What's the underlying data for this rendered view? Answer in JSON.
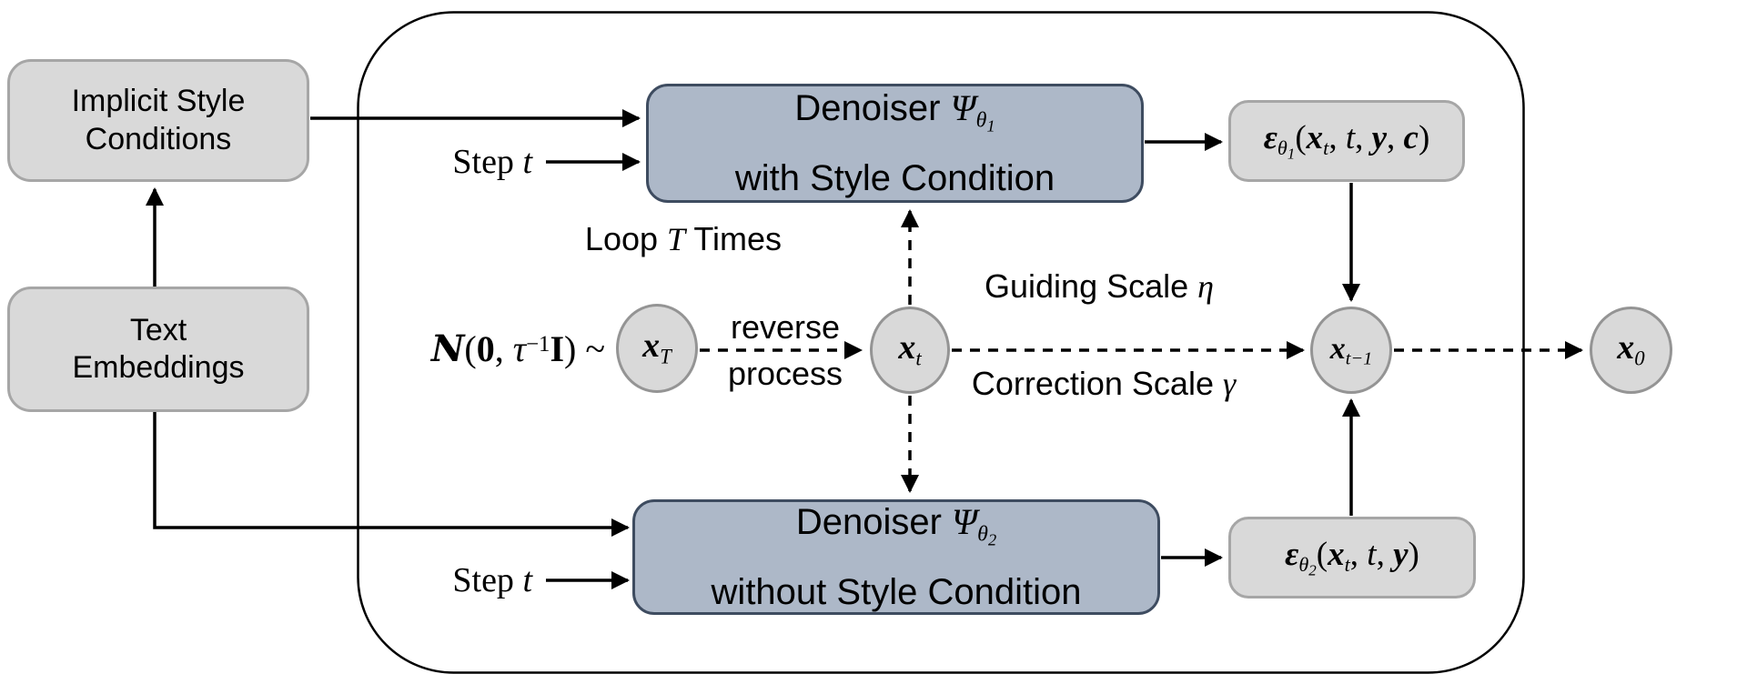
{
  "diagram": {
    "boxes": {
      "implicit_style": {
        "label": "Implicit Style\nConditions"
      },
      "text_embeddings": {
        "label": "Text\nEmbeddings"
      },
      "denoiser_style": {
        "title": [
          {
            "t": "Denoiser ",
            "c": "p"
          },
          {
            "t": "Ψ",
            "c": "i"
          },
          {
            "t": "θ",
            "c": "s1"
          },
          {
            "t": "1",
            "c": "s2"
          }
        ],
        "subtitle": "with Style Condition"
      },
      "denoiser_no_style": {
        "title": [
          {
            "t": "Denoiser ",
            "c": "p"
          },
          {
            "t": "Ψ",
            "c": "i"
          },
          {
            "t": "θ",
            "c": "s1"
          },
          {
            "t": "2",
            "c": "s2"
          }
        ],
        "subtitle": "without Style Condition"
      },
      "eps_style": {
        "formula": [
          {
            "t": "ε",
            "c": "bi"
          },
          {
            "t": "θ",
            "c": "s1"
          },
          {
            "t": "1",
            "c": "s2"
          },
          {
            "t": "(",
            "c": "serif"
          },
          {
            "t": "x",
            "c": "bi"
          },
          {
            "t": "t",
            "c": "s1"
          },
          {
            "t": ", ",
            "c": "serif"
          },
          {
            "t": "t",
            "c": "i"
          },
          {
            "t": ", ",
            "c": "serif"
          },
          {
            "t": "y",
            "c": "bi"
          },
          {
            "t": ", ",
            "c": "serif"
          },
          {
            "t": "c",
            "c": "bi"
          },
          {
            "t": ")",
            "c": "serif"
          }
        ]
      },
      "eps_no_style": {
        "formula": [
          {
            "t": "ε",
            "c": "bi"
          },
          {
            "t": "θ",
            "c": "s1"
          },
          {
            "t": "2",
            "c": "s2"
          },
          {
            "t": "(",
            "c": "serif"
          },
          {
            "t": "x",
            "c": "bi"
          },
          {
            "t": "t",
            "c": "s1"
          },
          {
            "t": ", ",
            "c": "serif"
          },
          {
            "t": "t",
            "c": "i"
          },
          {
            "t": ", ",
            "c": "serif"
          },
          {
            "t": "y",
            "c": "bi"
          },
          {
            "t": ")",
            "c": "serif"
          }
        ]
      }
    },
    "nodes": {
      "x_T": [
        {
          "t": "x",
          "c": "bi"
        },
        {
          "t": "T",
          "c": "s1"
        }
      ],
      "x_t": [
        {
          "t": "x",
          "c": "bi"
        },
        {
          "t": "t",
          "c": "s1"
        }
      ],
      "x_t_minus_1": [
        {
          "t": "x",
          "c": "bi"
        },
        {
          "t": "t−1",
          "c": "s1"
        }
      ],
      "x_0": [
        {
          "t": "x",
          "c": "bi"
        },
        {
          "t": "0",
          "c": "s1"
        }
      ]
    },
    "labels": {
      "step_t_top": [
        {
          "t": "Step ",
          "c": "serif"
        },
        {
          "t": "t",
          "c": "i"
        }
      ],
      "step_t_bottom": [
        {
          "t": "Step ",
          "c": "serif"
        },
        {
          "t": "t",
          "c": "i"
        }
      ],
      "loop_T_times": [
        {
          "t": "Loop ",
          "c": "p"
        },
        {
          "t": "T",
          "c": "i"
        },
        {
          "t": " Times",
          "c": "p"
        }
      ],
      "noise_prior": [
        {
          "t": "N",
          "c": "scr"
        },
        {
          "t": "(",
          "c": "serif"
        },
        {
          "t": "0",
          "c": "b"
        },
        {
          "t": ", ",
          "c": "serif"
        },
        {
          "t": "τ",
          "c": "i"
        },
        {
          "t": "−1",
          "c": "sup"
        },
        {
          "t": "I",
          "c": "b"
        },
        {
          "t": ") ~",
          "c": "serif"
        }
      ],
      "reverse_process": "reverse\nprocess",
      "guiding_scale": [
        {
          "t": "Guiding Scale ",
          "c": "p"
        },
        {
          "t": "η",
          "c": "i"
        }
      ],
      "correction_scale": [
        {
          "t": "Correction Scale ",
          "c": "p"
        },
        {
          "t": "γ",
          "c": "i"
        }
      ]
    },
    "colors": {
      "denoiser_fill": "#adb8c8",
      "denoiser_border": "#3e4c60",
      "gray_fill": "#d9d9d9",
      "gray_border": "#a6a6a6",
      "line": "#000000",
      "background": "#ffffff"
    }
  }
}
